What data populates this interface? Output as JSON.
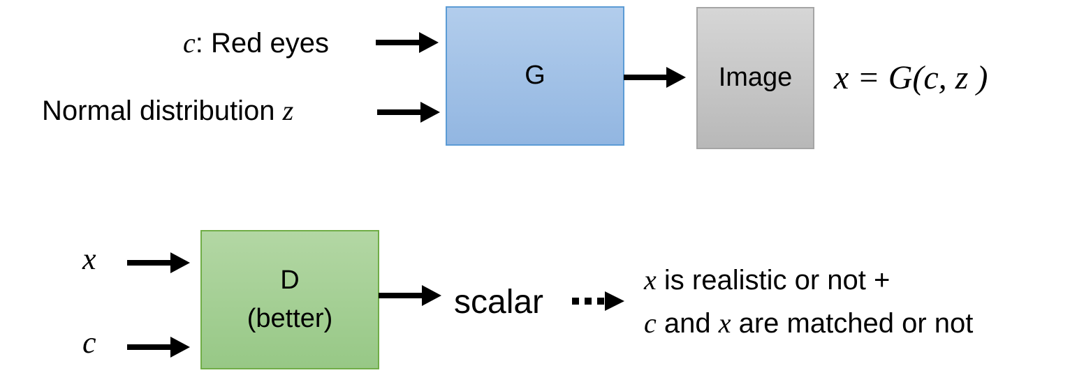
{
  "generator": {
    "box_label": "G",
    "inputs": {
      "c_var": "c",
      "c_text": ": Red eyes",
      "z_text": "Normal distribution ",
      "z_var": "z"
    },
    "output_label": "Image",
    "equation": "x = G(c, z )"
  },
  "discriminator": {
    "box_label_line1": "D",
    "box_label_line2": "(better)",
    "inputs": {
      "x_var": "x",
      "c_var": "c"
    },
    "output_label": "scalar",
    "result": {
      "line1_var": "x",
      "line1_text": " is realistic or not +",
      "line2_var1": "c",
      "line2_text1": " and ",
      "line2_var2": "x",
      "line2_text2": " are matched or not"
    }
  },
  "colors": {
    "generator_fill": "#a4c2e8",
    "generator_border": "#5b9bd5",
    "image_fill": "#c8c8c8",
    "image_border": "#a5a5a5",
    "discriminator_fill": "#a8d096",
    "discriminator_border": "#70ad47",
    "arrow": "#000000"
  }
}
